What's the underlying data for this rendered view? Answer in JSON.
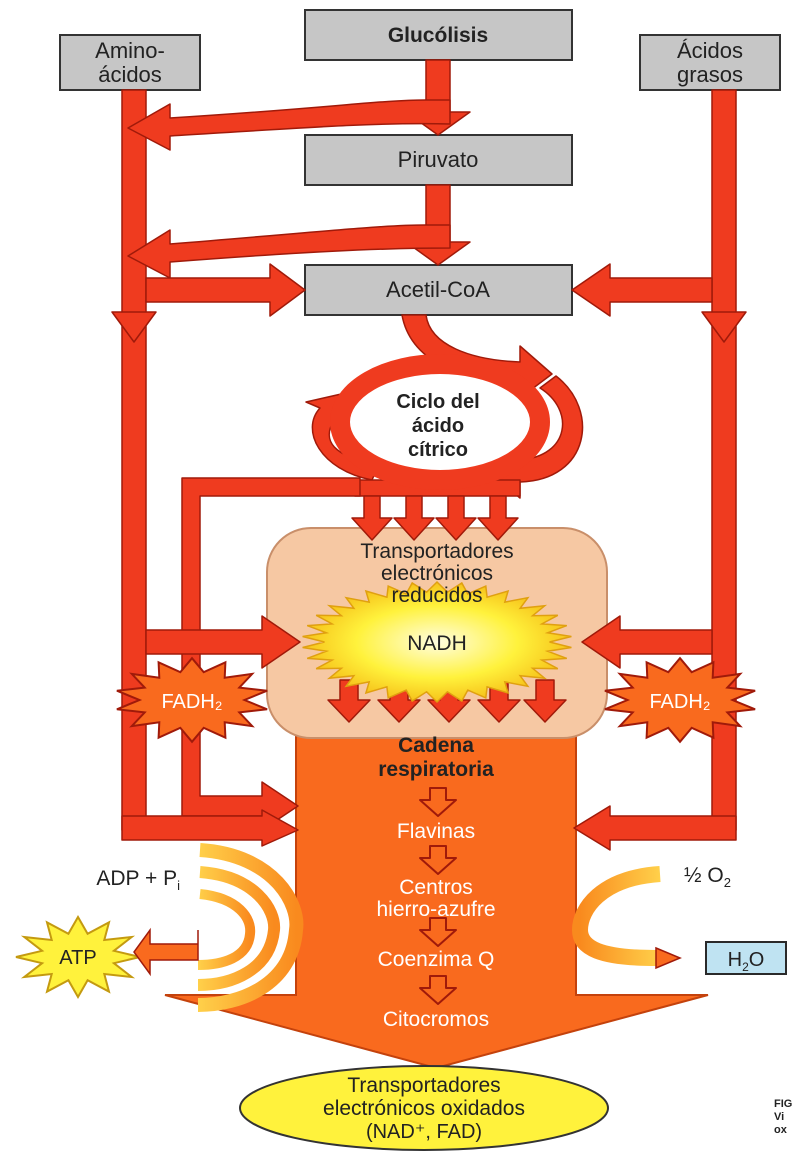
{
  "boxes": {
    "glucolisis": "Glucólisis",
    "aminoacidos_1": "Amino-",
    "aminoacidos_2": "ácidos",
    "acidos_grasos_1": "Ácidos",
    "acidos_grasos_2": "grasos",
    "piruvato": "Piruvato",
    "acetil_coa": "Acetil-CoA"
  },
  "cycle": {
    "line1": "Ciclo del",
    "line2": "ácido",
    "line3": "cítrico"
  },
  "reduced_carriers": {
    "line1": "Transportadores",
    "line2": "electrónicos",
    "line3": "reducidos"
  },
  "nadh": "NADH",
  "fadh2_left": "FADH₂",
  "fadh2_right": "FADH₂",
  "chain": {
    "title1": "Cadena",
    "title2": "respiratoria",
    "step1": "Flavinas",
    "step2a": "Centros",
    "step2b": "hierro-azufre",
    "step3": "Coenzima Q",
    "step4": "Citocromos"
  },
  "adp": "ADP + P",
  "adp_sub": "i",
  "atp": "ATP",
  "oxygen": "½ O",
  "oxygen_sub": "2",
  "water": "H",
  "water_sub": "2",
  "water_end": "O",
  "oxidized_carriers": {
    "line1": "Transportadores",
    "line2": "electrónicos oxidados",
    "line3": "(NAD⁺, FAD)"
  },
  "corner_caption": [
    "FIG",
    "Vi",
    "ox"
  ],
  "colors": {
    "arrow_red": "#ef3b1f",
    "arrow_outline": "#a01a0a",
    "box_gray": "#c6c6c6",
    "chain_orange": "#f96a1e",
    "peach": "#f6c8a3",
    "yellow": "#fff23c",
    "water_blue": "#bfe3f2"
  }
}
